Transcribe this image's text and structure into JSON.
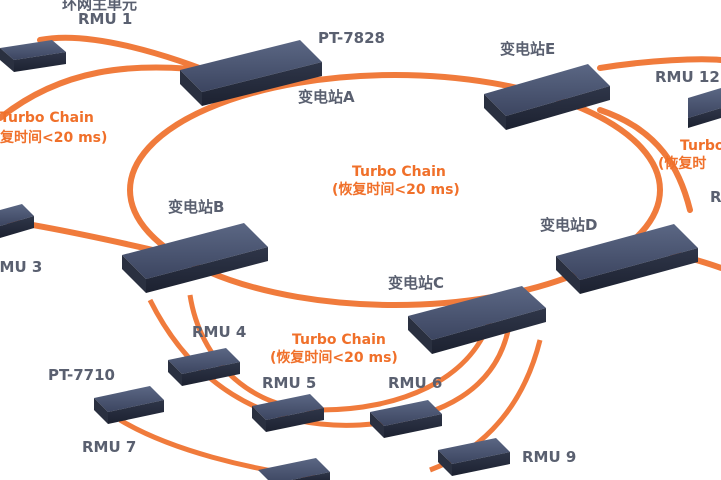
{
  "colors": {
    "ring": "#f07b3c",
    "label": "#5a6070",
    "accent": "#f0702a",
    "device_top": "#4a5570",
    "device_front": "#2b3246"
  },
  "labels": {
    "rmu1_line1": "环网主单元",
    "rmu1_line2": "RMU 1",
    "pt7828": "PT-7828",
    "stationA": "变电站A",
    "stationE": "变电站E",
    "stationB": "变电站B",
    "stationC": "变电站C",
    "stationD": "变电站D",
    "rmu12": "RMU 12",
    "rmu3": "RMU 3",
    "rmu4": "RMU 4",
    "rmu5": "RMU 5",
    "rmu6": "RMU 6",
    "rmu7": "RMU 7",
    "rmu9": "RMU 9",
    "pt7710": "PT-7710",
    "r_fragment": "R"
  },
  "rings": {
    "center_title": "Turbo Chain",
    "center_sub": "(恢复时间<20 ms)",
    "left_title": "Turbo Chain",
    "left_sub": "复时间<20 ms)",
    "bottom_title": "Turbo Chain",
    "bottom_sub": "(恢复时间<20 ms)",
    "right_title": "Turbo",
    "right_sub": "(恢复时"
  },
  "icons": {
    "devices": "network-switch-icon"
  }
}
